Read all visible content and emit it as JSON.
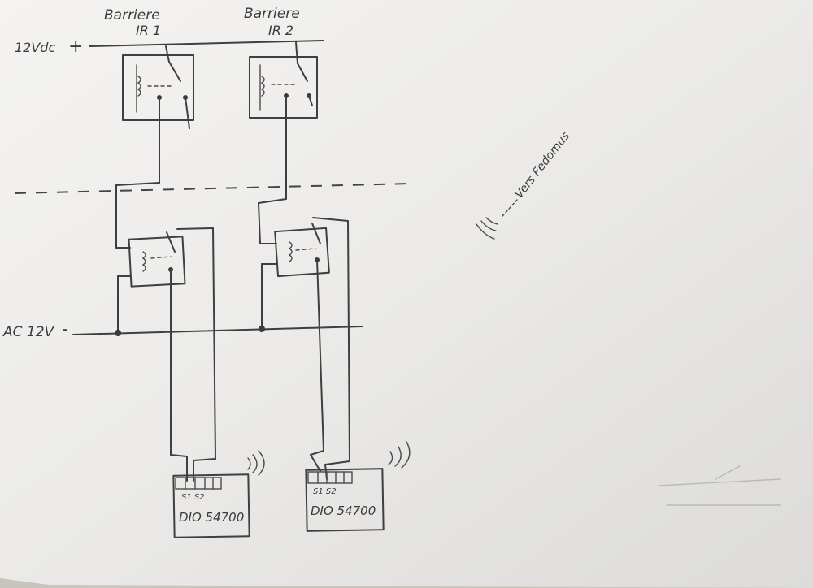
{
  "labels": {
    "barrier1_line1": "Barriere",
    "barrier1_line2": "IR 1",
    "barrier2_line1": "Barriere",
    "barrier2_line2": "IR 2",
    "supply_dc": "12Vdc",
    "supply_dc_sign": "+",
    "supply_ac": "AC 12V",
    "supply_ac_sign": "-",
    "module1_terminals": "S1  S2",
    "module1_name": "DIO 54700",
    "module2_terminals": "S1  S2",
    "module2_name": "DIO 54700",
    "wireless_target": "Vers Fedomus"
  },
  "colors": {
    "paper": "#ededeb",
    "ink": "#3f3f3f",
    "table": "#c9c4bd"
  }
}
